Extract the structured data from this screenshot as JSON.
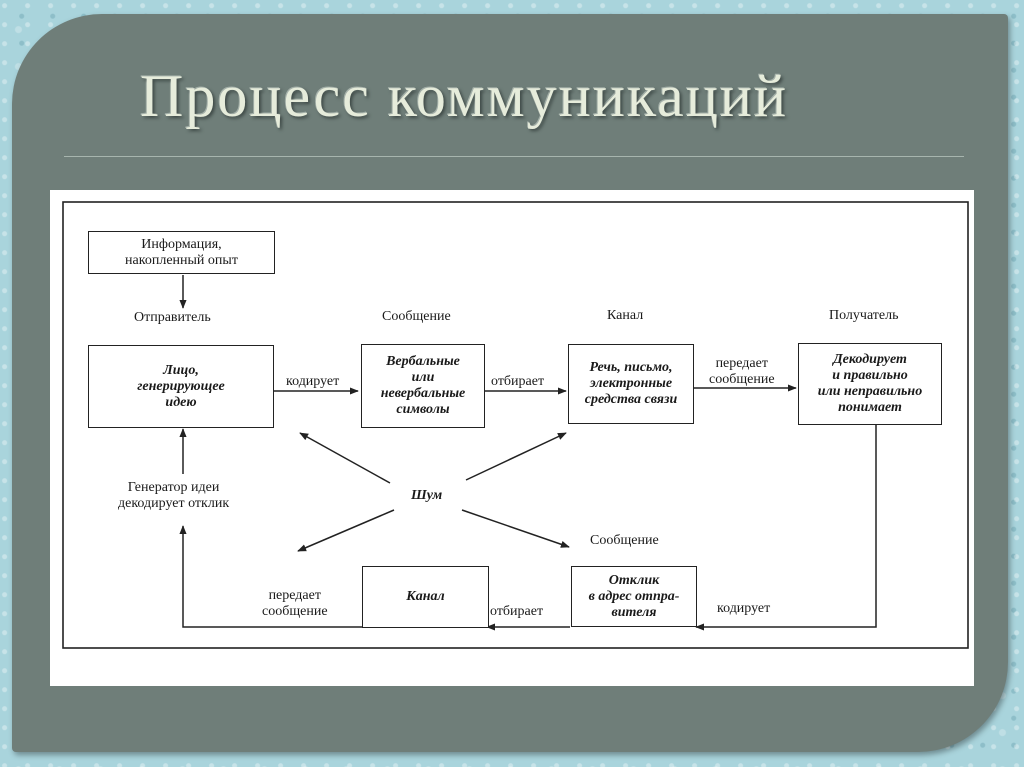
{
  "title": "Процесс коммуникаций",
  "diagram": {
    "boxes": {
      "information": [
        "Информация,",
        "накопленный опыт"
      ],
      "sender": [
        "Лицо,",
        "генерирующее",
        "идею"
      ],
      "message": [
        "Вербальные",
        "или",
        "невербальные",
        "символы"
      ],
      "channel": [
        "Речь, письмо,",
        "электронные",
        "средства связи"
      ],
      "receiver": [
        "Декодирует",
        "и правильно",
        "или неправильно",
        "понимает"
      ],
      "response": [
        "Отклик",
        "в адрес отпра-",
        "вителя"
      ],
      "return_channel": "Канал"
    },
    "labels": {
      "sender": "Отправитель",
      "message": "Сообщение",
      "channel": "Канал",
      "receiver": "Получатель",
      "encodes": "кодирует",
      "selects": "отбирает",
      "transmits": [
        "передает",
        "сообщение"
      ],
      "noise": "Шум",
      "response_message": "Сообщение",
      "encodes_back": "кодирует",
      "selects_back": "отбирает",
      "transmits_back": [
        "передает",
        "сообщение"
      ],
      "decoder": [
        "Генератор идеи",
        "декодирует отклик"
      ]
    }
  }
}
